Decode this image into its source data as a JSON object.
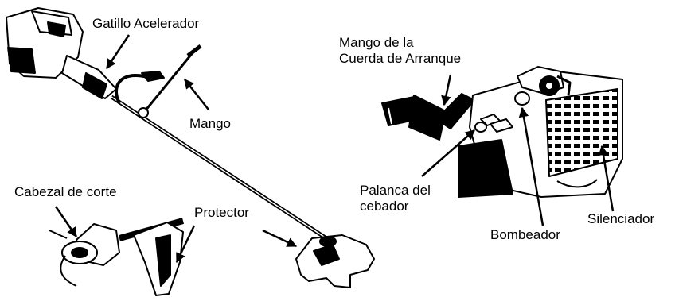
{
  "labels": {
    "gatillo": "Gatillo Acelerador",
    "mango": "Mango",
    "cabezal": "Cabezal de corte",
    "protector": "Protector",
    "cuerda_line1": "Mango de la",
    "cuerda_line2": "Cuerda de Arranque",
    "palanca_line1": "Palanca del",
    "palanca_line2": "cebador",
    "bombeador": "Bombeador",
    "silenciador": "Silenciador"
  },
  "icons": [
    "trimmer-drawing",
    "engine-drawing",
    "arrow-icon"
  ],
  "colors": {
    "ink": "#000000",
    "paper": "#ffffff"
  }
}
